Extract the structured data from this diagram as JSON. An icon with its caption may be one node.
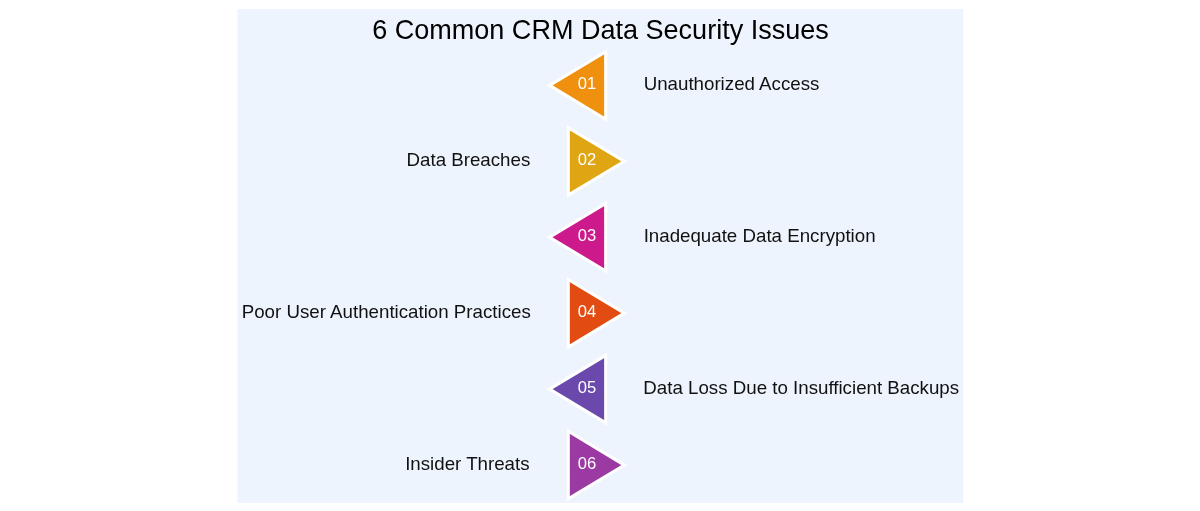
{
  "diagram": {
    "title": "6 Common CRM Data Security Issues",
    "nodes": [
      {
        "text": [
          "01"
        ],
        "beside": [
          "Unauthorized Access"
        ]
      },
      {
        "text": [
          "02"
        ],
        "beside": [
          "Data Breaches"
        ]
      },
      {
        "text": [
          "03"
        ],
        "beside": [
          "Inadequate Data Encryption"
        ]
      },
      {
        "text": [
          "04"
        ],
        "beside": [
          "Poor User Authentication Practices"
        ]
      },
      {
        "text": [
          "05"
        ],
        "beside": [
          "Data Loss Due to Insufficient Backups"
        ]
      },
      {
        "text": [
          "06"
        ],
        "beside": [
          "Insider Threats"
        ]
      }
    ],
    "edges": []
  }
}
